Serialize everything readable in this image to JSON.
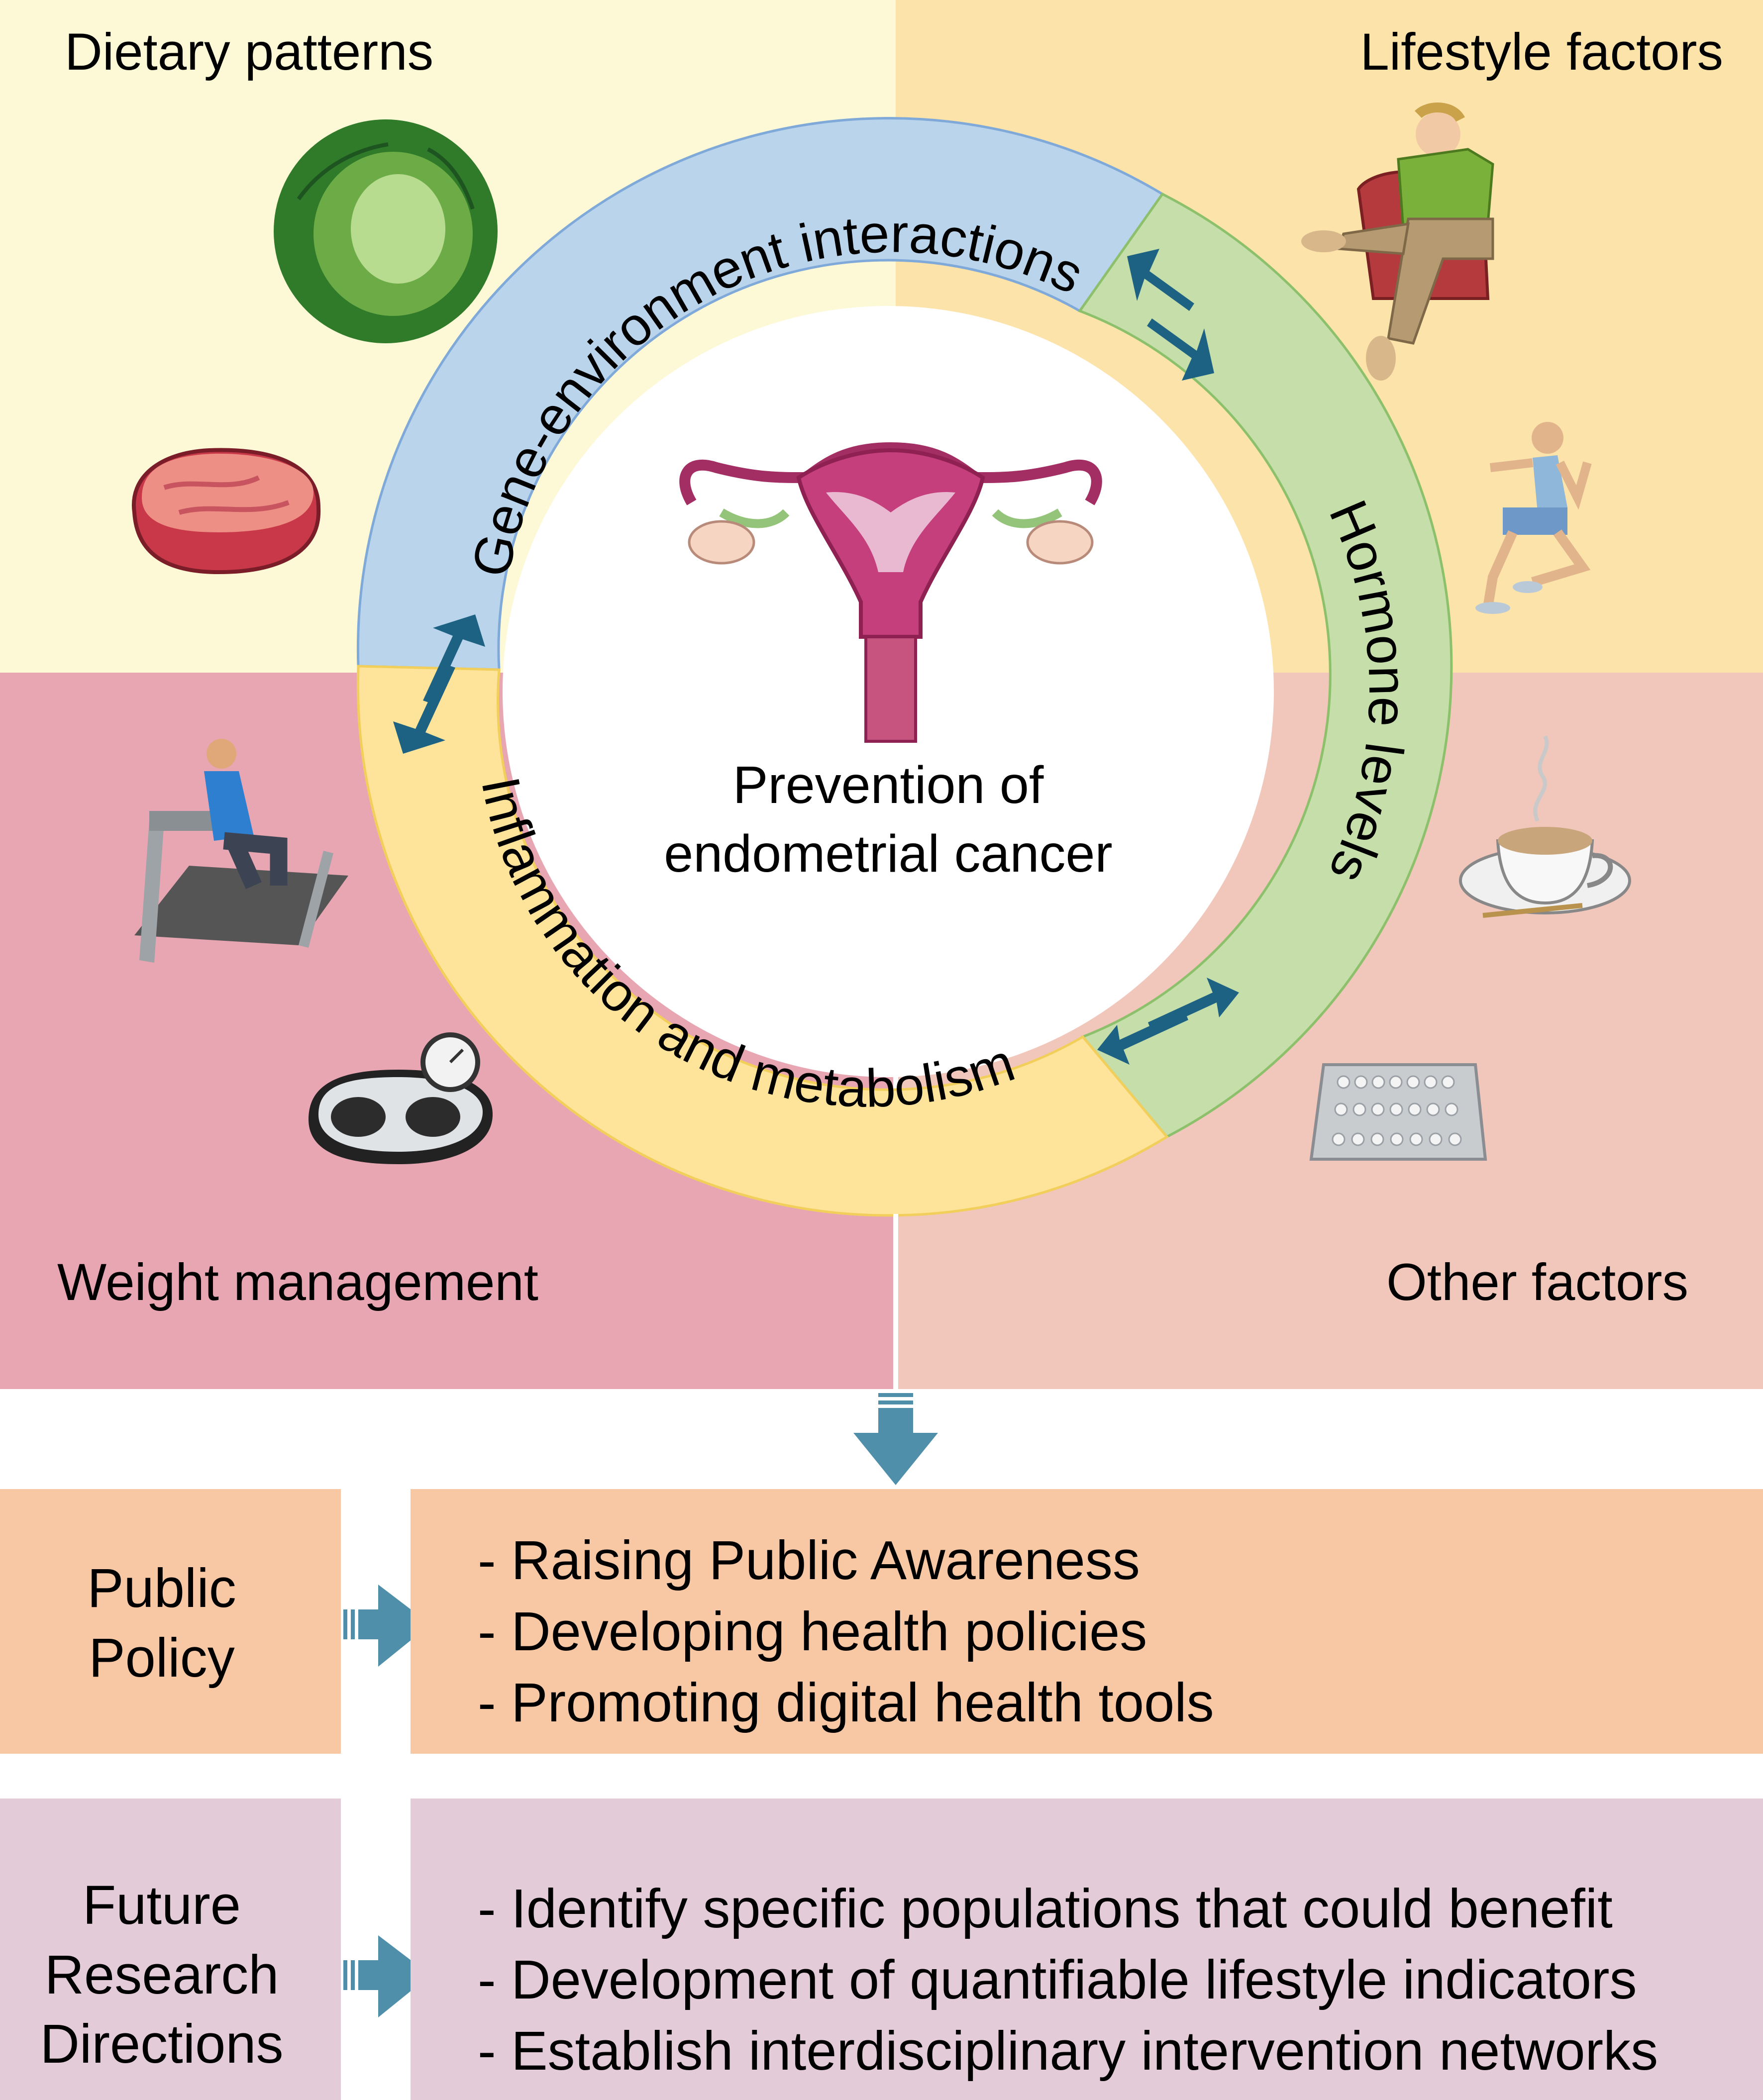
{
  "quadrants": {
    "dietary": "Dietary patterns",
    "lifestyle": "Lifestyle factors",
    "weight": "Weight management",
    "other": "Other factors"
  },
  "ring": {
    "top": "Gene-environment interactions",
    "right": "Hormone levels",
    "bottom": "Inflammation and metabolism"
  },
  "center": {
    "line1": "Prevention of",
    "line2": "endometrial cancer"
  },
  "public_policy": {
    "label_line1": "Public",
    "label_line2": "Policy",
    "items": [
      "- Raising Public Awareness",
      "- Developing health policies",
      "- Promoting digital health tools"
    ]
  },
  "future_research": {
    "label_line1": "Future",
    "label_line2": "Research",
    "label_line3": "Directions",
    "items": [
      "- Identify specific populations that could benefit",
      "- Development of quantifiable lifestyle indicators",
      "- Establish interdisciplinary intervention networks"
    ]
  },
  "colors": {
    "dietary_bg": "#fdf9d6",
    "lifestyle_bg": "#fce3a9",
    "weight_bg": "#e8a6b2",
    "other_bg": "#f1c6bb",
    "ring_blue": "#bad4ec",
    "ring_green": "#c5deaa",
    "ring_yellow": "#fde49a",
    "arrow_blue": "#1d6282",
    "policy_bg": "#f8c8a4",
    "research_bg": "#e3cbd8",
    "connector_arrow": "#4f8faa"
  },
  "icons": [
    "cabbage-icon",
    "meat-icon",
    "sitting-man-icon",
    "runner-icon",
    "treadmill-icon",
    "scale-icon",
    "coffee-cup-icon",
    "pill-pack-icon",
    "uterus-icon"
  ]
}
